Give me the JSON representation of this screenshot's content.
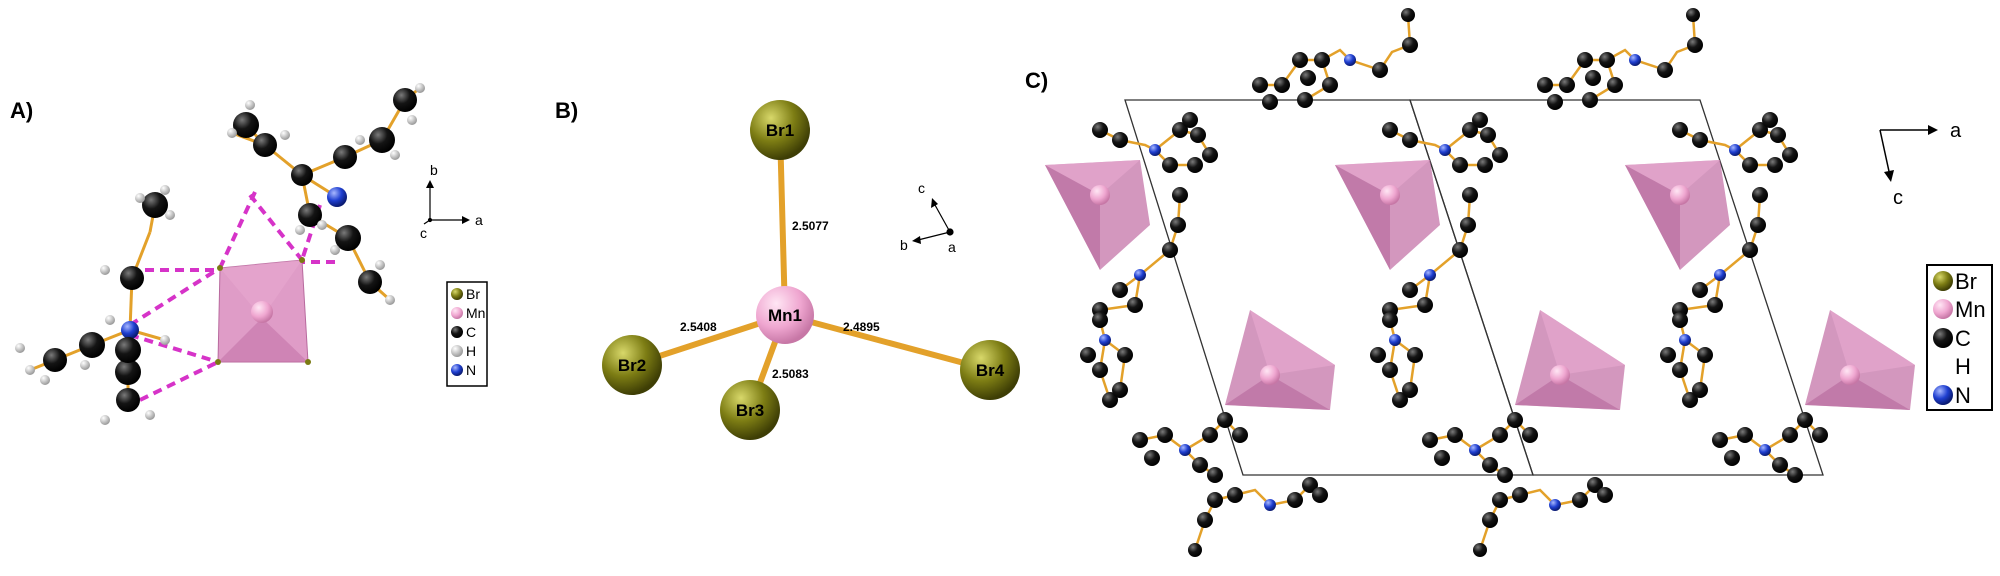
{
  "panels": {
    "a": {
      "label": "A)",
      "axes": {
        "b": "b",
        "a": "a",
        "c": "c"
      },
      "legend": [
        {
          "symbol": "Br",
          "color": "#7a7a12"
        },
        {
          "symbol": "Mn",
          "color": "#e8a0c8"
        },
        {
          "symbol": "C",
          "color": "#111111"
        },
        {
          "symbol": "H",
          "color": "#cfcfcf"
        },
        {
          "symbol": "N",
          "color": "#1f3fd0"
        }
      ]
    },
    "b": {
      "label": "B)",
      "axes": {
        "c": "c",
        "b": "b",
        "a": "a"
      },
      "center": "Mn1",
      "atoms": {
        "br1": "Br1",
        "br2": "Br2",
        "br3": "Br3",
        "br4": "Br4"
      },
      "bonds": {
        "mn_br1": "2.5077",
        "mn_br2": "2.5408",
        "mn_br3": "2.5083",
        "mn_br4": "2.4895"
      }
    },
    "c": {
      "label": "C)",
      "axes": {
        "a": "a",
        "c": "c"
      },
      "legend": [
        {
          "symbol": "Br",
          "color": "#7a7a12"
        },
        {
          "symbol": "Mn",
          "color": "#e8a0c8"
        },
        {
          "symbol": "C",
          "color": "#111111"
        },
        {
          "symbol": "H",
          "color": "#ffffff"
        },
        {
          "symbol": "N",
          "color": "#1f3fd0"
        }
      ]
    }
  },
  "colors": {
    "bond": "#e3a12a",
    "hbond": "#d633c8",
    "polyhedron": "#d98bbd",
    "cell": "#333333"
  }
}
